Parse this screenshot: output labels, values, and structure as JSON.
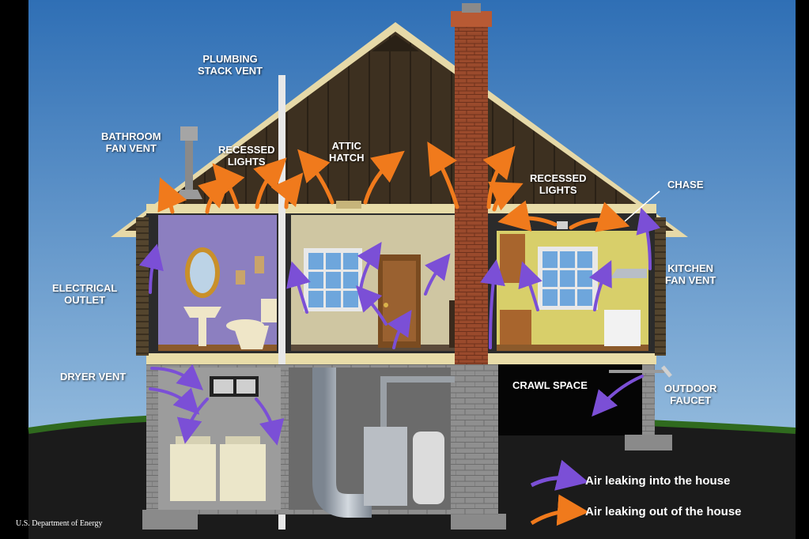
{
  "labels": {
    "plumbing_stack_vent": [
      "PLUMBING",
      "STACK VENT"
    ],
    "bathroom_fan_vent": [
      "BATHROOM",
      "FAN VENT"
    ],
    "recessed_lights_left": [
      "RECESSED",
      "LIGHTS"
    ],
    "attic_hatch": [
      "ATTIC",
      "HATCH"
    ],
    "recessed_lights_right": [
      "RECESSED",
      "LIGHTS"
    ],
    "chase": [
      "CHASE"
    ],
    "electrical_outlet": [
      "ELECTRICAL",
      "OUTLET"
    ],
    "kitchen_fan_vent": [
      "KITCHEN",
      "FAN VENT"
    ],
    "dryer_vent": [
      "DRYER VENT"
    ],
    "crawl_space": [
      "CRAWL SPACE"
    ],
    "outdoor_faucet": [
      "OUTDOOR",
      "FAUCET"
    ]
  },
  "legend": {
    "in_label": "Air leaking into the house",
    "out_label": "Air leaking out of the house"
  },
  "credit": "U.S. Department of Energy",
  "colors": {
    "sky_top": "#2f6fb5",
    "sky_bottom": "#a9cbe6",
    "attic_wood": "#3d3020",
    "air_in": "#7b4fd6",
    "air_out": "#f07a1c",
    "brick": "#9a4a2c"
  }
}
